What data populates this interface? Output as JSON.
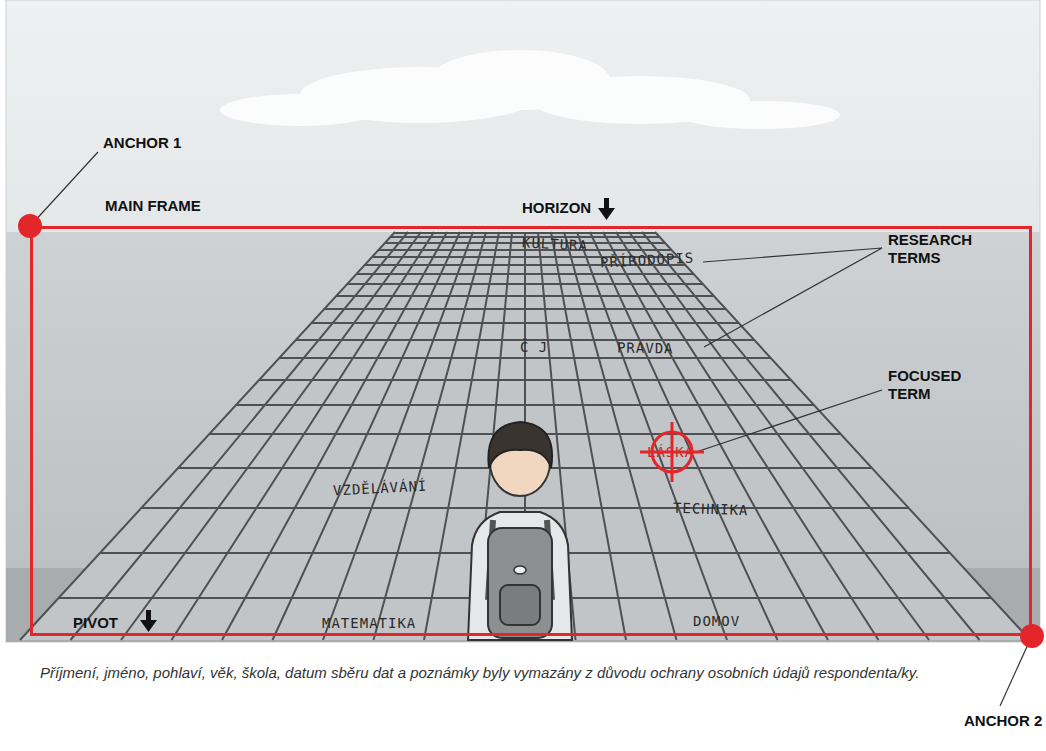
{
  "diagram": {
    "caption": "Příjmení, jméno, pohlaví, věk, škola, datum sběru dat a poznámky byly vymazány z důvodu ochrany osobních údajů respondenta/ky.",
    "nodes": [
      {
        "text": [
          "MAIN FRAME"
        ]
      }
    ],
    "labels": [
      "ANCHOR 1",
      "HORIZON",
      "RESEARCH TERMS",
      "FOCUSED TERM",
      "PIVOT",
      "ANCHOR 2",
      "KULTURA",
      "PŘÍRODOPIS",
      "Č J",
      "PRAVDA",
      "LÁSKA",
      "VZDĚLÁVÁNÍ",
      "TECHNIKA",
      "MATEMATIKA",
      "DOMOV"
    ]
  }
}
